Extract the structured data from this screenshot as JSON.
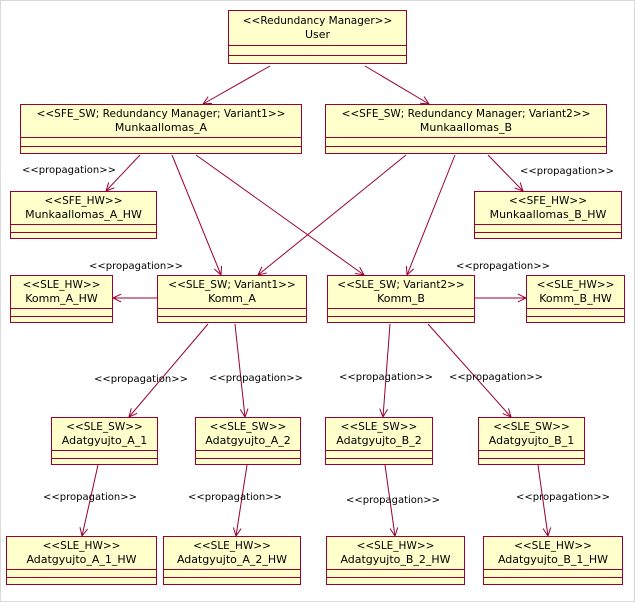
{
  "colors": {
    "box_fill": "#ffffcc",
    "box_stroke": "#990033",
    "edge": "#990033"
  },
  "nodes": {
    "user": {
      "stereotype": "<<Redundancy Manager>>",
      "name": "User"
    },
    "munk_a": {
      "stereotype": "<<SFE_SW; Redundancy Manager; Variant1>>",
      "name": "Munkaallomas_A"
    },
    "munk_b": {
      "stereotype": "<<SFE_SW; Redundancy Manager; Variant2>>",
      "name": "Munkaallomas_B"
    },
    "munk_a_hw": {
      "stereotype": "<<SFE_HW>>",
      "name": "Munkaallomas_A_HW"
    },
    "munk_b_hw": {
      "stereotype": "<<SFE_HW>>",
      "name": "Munkaallomas_B_HW"
    },
    "komm_a_hw": {
      "stereotype": "<<SLE_HW>>",
      "name": "Komm_A_HW"
    },
    "komm_a": {
      "stereotype": "<<SLE_SW; Variant1>>",
      "name": "Komm_A"
    },
    "komm_b": {
      "stereotype": "<<SLE_SW; Variant2>>",
      "name": "Komm_B"
    },
    "komm_b_hw": {
      "stereotype": "<<SLE_HW>>",
      "name": "Komm_B_HW"
    },
    "adat_a1": {
      "stereotype": "<<SLE_SW>>",
      "name": "Adatgyujto_A_1"
    },
    "adat_a2": {
      "stereotype": "<<SLE_SW>>",
      "name": "Adatgyujto_A_2"
    },
    "adat_b2": {
      "stereotype": "<<SLE_SW>>",
      "name": "Adatgyujto_B_2"
    },
    "adat_b1": {
      "stereotype": "<<SLE_SW>>",
      "name": "Adatgyujto_B_1"
    },
    "adat_a1_hw": {
      "stereotype": "<<SLE_HW>>",
      "name": "Adatgyujto_A_1_HW"
    },
    "adat_a2_hw": {
      "stereotype": "<<SLE_HW>>",
      "name": "Adatgyujto_A_2_HW"
    },
    "adat_b2_hw": {
      "stereotype": "<<SLE_HW>>",
      "name": "Adatgyujto_B_2_HW"
    },
    "adat_b1_hw": {
      "stereotype": "<<SLE_HW>>",
      "name": "Adatgyujto_B_1_HW"
    }
  },
  "edge_labels": {
    "propagation": "<<propagation>>"
  },
  "edges": [
    {
      "from": "user",
      "to": "munk_a"
    },
    {
      "from": "user",
      "to": "munk_b"
    },
    {
      "from": "munk_a",
      "to": "munk_a_hw"
    },
    {
      "from": "munk_b",
      "to": "munk_b_hw"
    },
    {
      "from": "munk_a",
      "to": "komm_a"
    },
    {
      "from": "munk_a",
      "to": "komm_b"
    },
    {
      "from": "munk_b",
      "to": "komm_a"
    },
    {
      "from": "munk_b",
      "to": "komm_b"
    },
    {
      "from": "komm_a",
      "to": "komm_a_hw"
    },
    {
      "from": "komm_b",
      "to": "komm_b_hw"
    },
    {
      "from": "komm_a",
      "to": "adat_a1"
    },
    {
      "from": "komm_a",
      "to": "adat_a2"
    },
    {
      "from": "komm_b",
      "to": "adat_b2"
    },
    {
      "from": "komm_b",
      "to": "adat_b1"
    },
    {
      "from": "adat_a1",
      "to": "adat_a1_hw"
    },
    {
      "from": "adat_a2",
      "to": "adat_a2_hw"
    },
    {
      "from": "adat_b2",
      "to": "adat_b2_hw"
    },
    {
      "from": "adat_b1",
      "to": "adat_b1_hw"
    }
  ]
}
